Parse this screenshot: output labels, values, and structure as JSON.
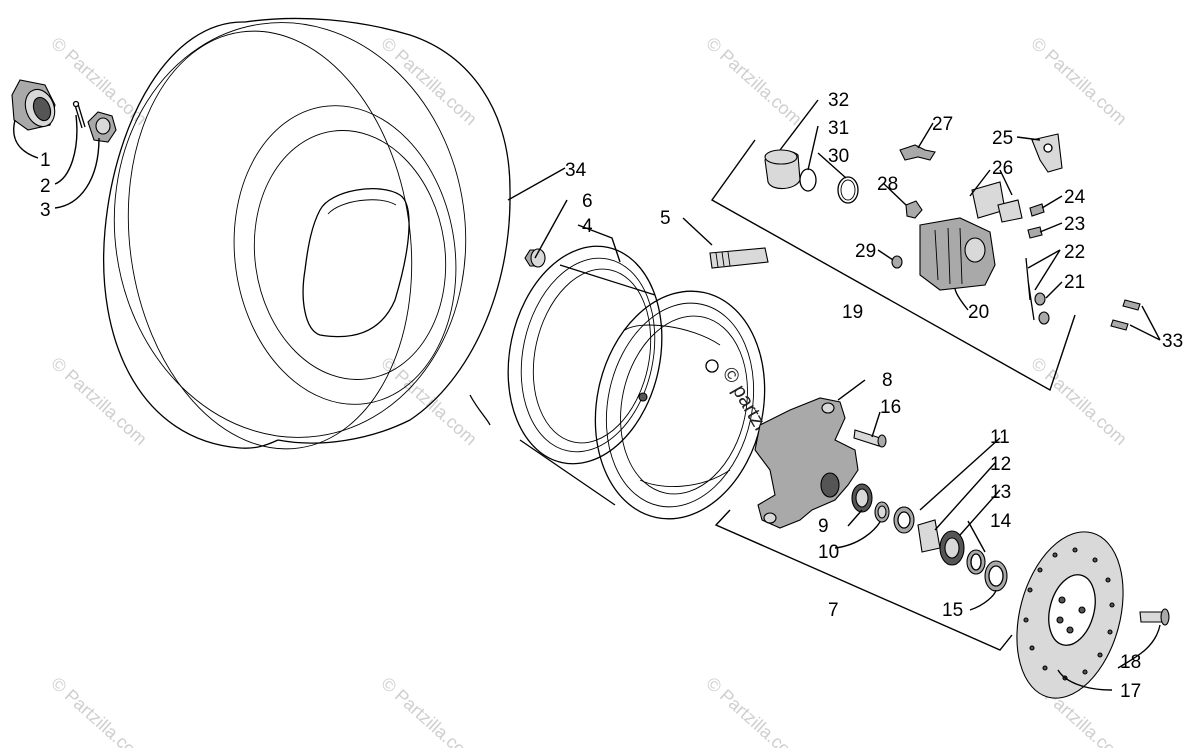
{
  "watermark_text": "© Partzilla.com",
  "rim_watermark": "© partzilla.com",
  "parts": [
    {
      "number": "1"
    },
    {
      "number": "2"
    },
    {
      "number": "3"
    },
    {
      "number": "4"
    },
    {
      "number": "5"
    },
    {
      "number": "6"
    },
    {
      "number": "7"
    },
    {
      "number": "8"
    },
    {
      "number": "9"
    },
    {
      "number": "10"
    },
    {
      "number": "11"
    },
    {
      "number": "12"
    },
    {
      "number": "13"
    },
    {
      "number": "14"
    },
    {
      "number": "15"
    },
    {
      "number": "16"
    },
    {
      "number": "17"
    },
    {
      "number": "18"
    },
    {
      "number": "19"
    },
    {
      "number": "20"
    },
    {
      "number": "21"
    },
    {
      "number": "22"
    },
    {
      "number": "23"
    },
    {
      "number": "24"
    },
    {
      "number": "25"
    },
    {
      "number": "26"
    },
    {
      "number": "27"
    },
    {
      "number": "28"
    },
    {
      "number": "29"
    },
    {
      "number": "30"
    },
    {
      "number": "31"
    },
    {
      "number": "32"
    },
    {
      "number": "33"
    },
    {
      "number": "34"
    }
  ]
}
